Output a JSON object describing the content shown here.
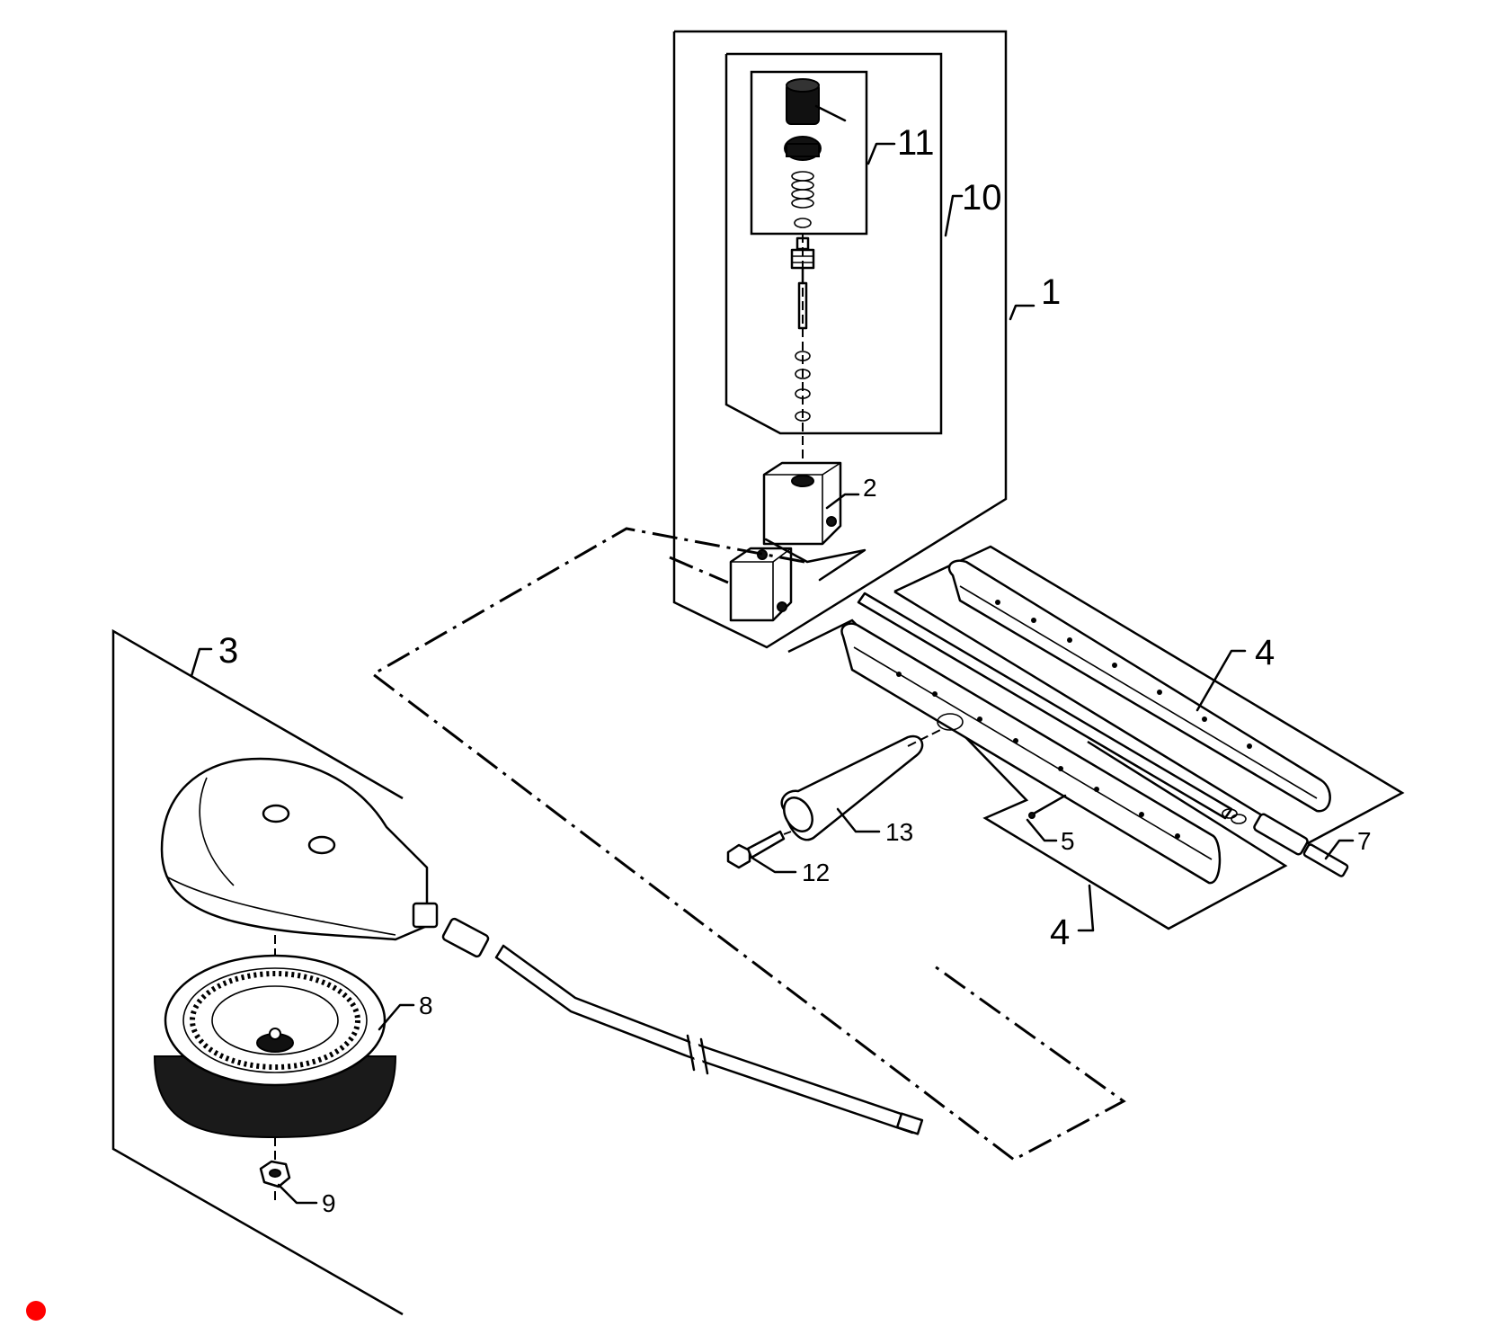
{
  "diagram": {
    "callouts": [
      "1",
      "2",
      "3",
      "4",
      "4",
      "5",
      "7",
      "8",
      "9",
      "10",
      "11",
      "12",
      "13"
    ]
  },
  "status": {
    "color": "#ff0000"
  }
}
